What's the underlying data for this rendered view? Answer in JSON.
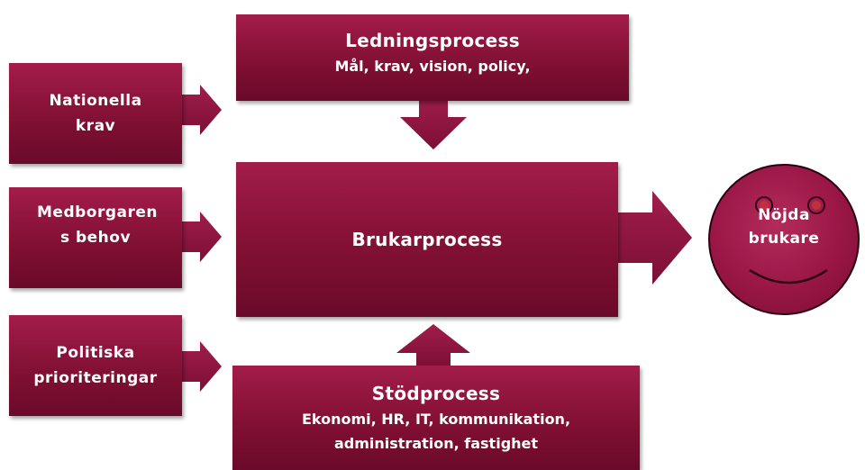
{
  "side_inputs": [
    {
      "label": "Nationella krav"
    },
    {
      "label": "Medborgaren s behov"
    },
    {
      "label": "Politiska prioriteringar"
    }
  ],
  "top_box": {
    "title": "Ledningsprocess",
    "subtitle": "Mål, krav, vision, policy,"
  },
  "center_box": {
    "title": "Brukarprocess"
  },
  "bottom_box": {
    "title": "Stödprocess",
    "line1": "Ekonomi, HR, IT, kommunikation,",
    "line2": "administration, fastighet"
  },
  "outcome": {
    "label": "Nöjda brukare"
  },
  "colors": {
    "box_fill": "#8a1238",
    "arrow_fill": "#8c1540",
    "face_fill": "#9b1848",
    "text": "#ffffff"
  }
}
